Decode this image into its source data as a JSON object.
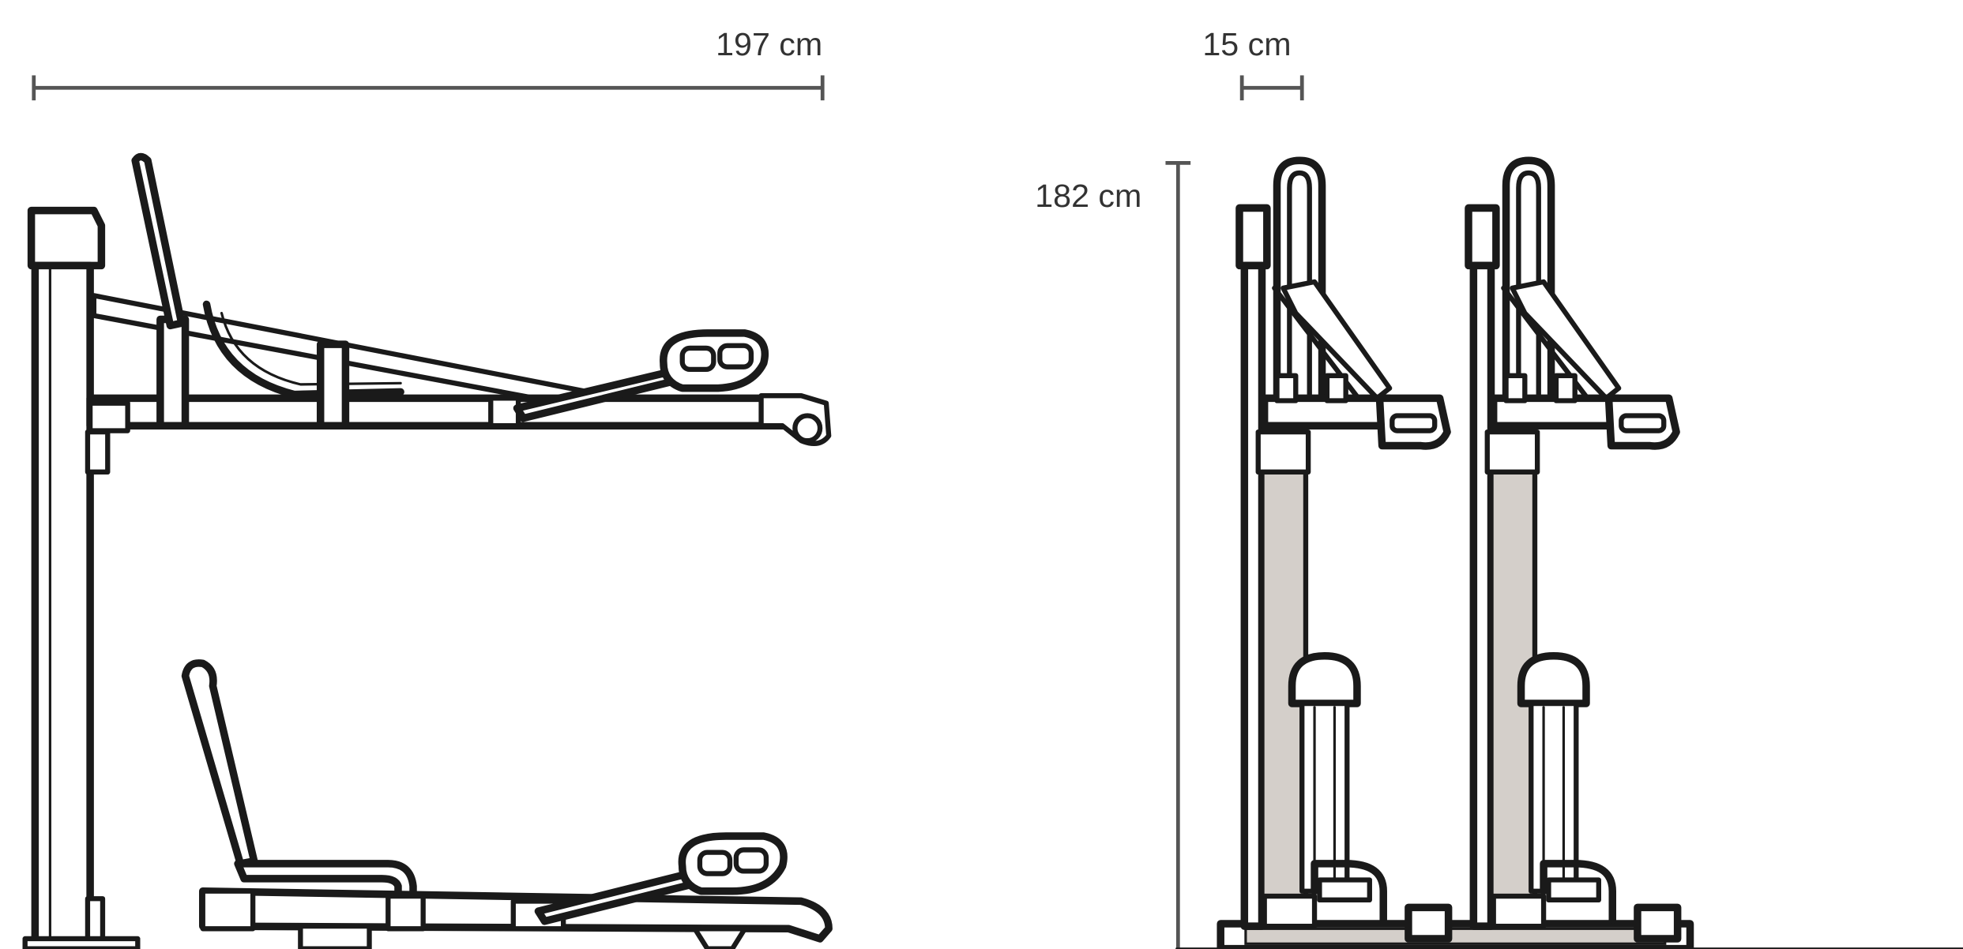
{
  "dimensions": {
    "length": "197 cm",
    "spacing": "15 cm",
    "height": "182 cm"
  },
  "colors": {
    "line": "#1a1a1a",
    "dimension": "#555555",
    "rail_fill": "#d4cfca",
    "background": "#ffffff"
  }
}
